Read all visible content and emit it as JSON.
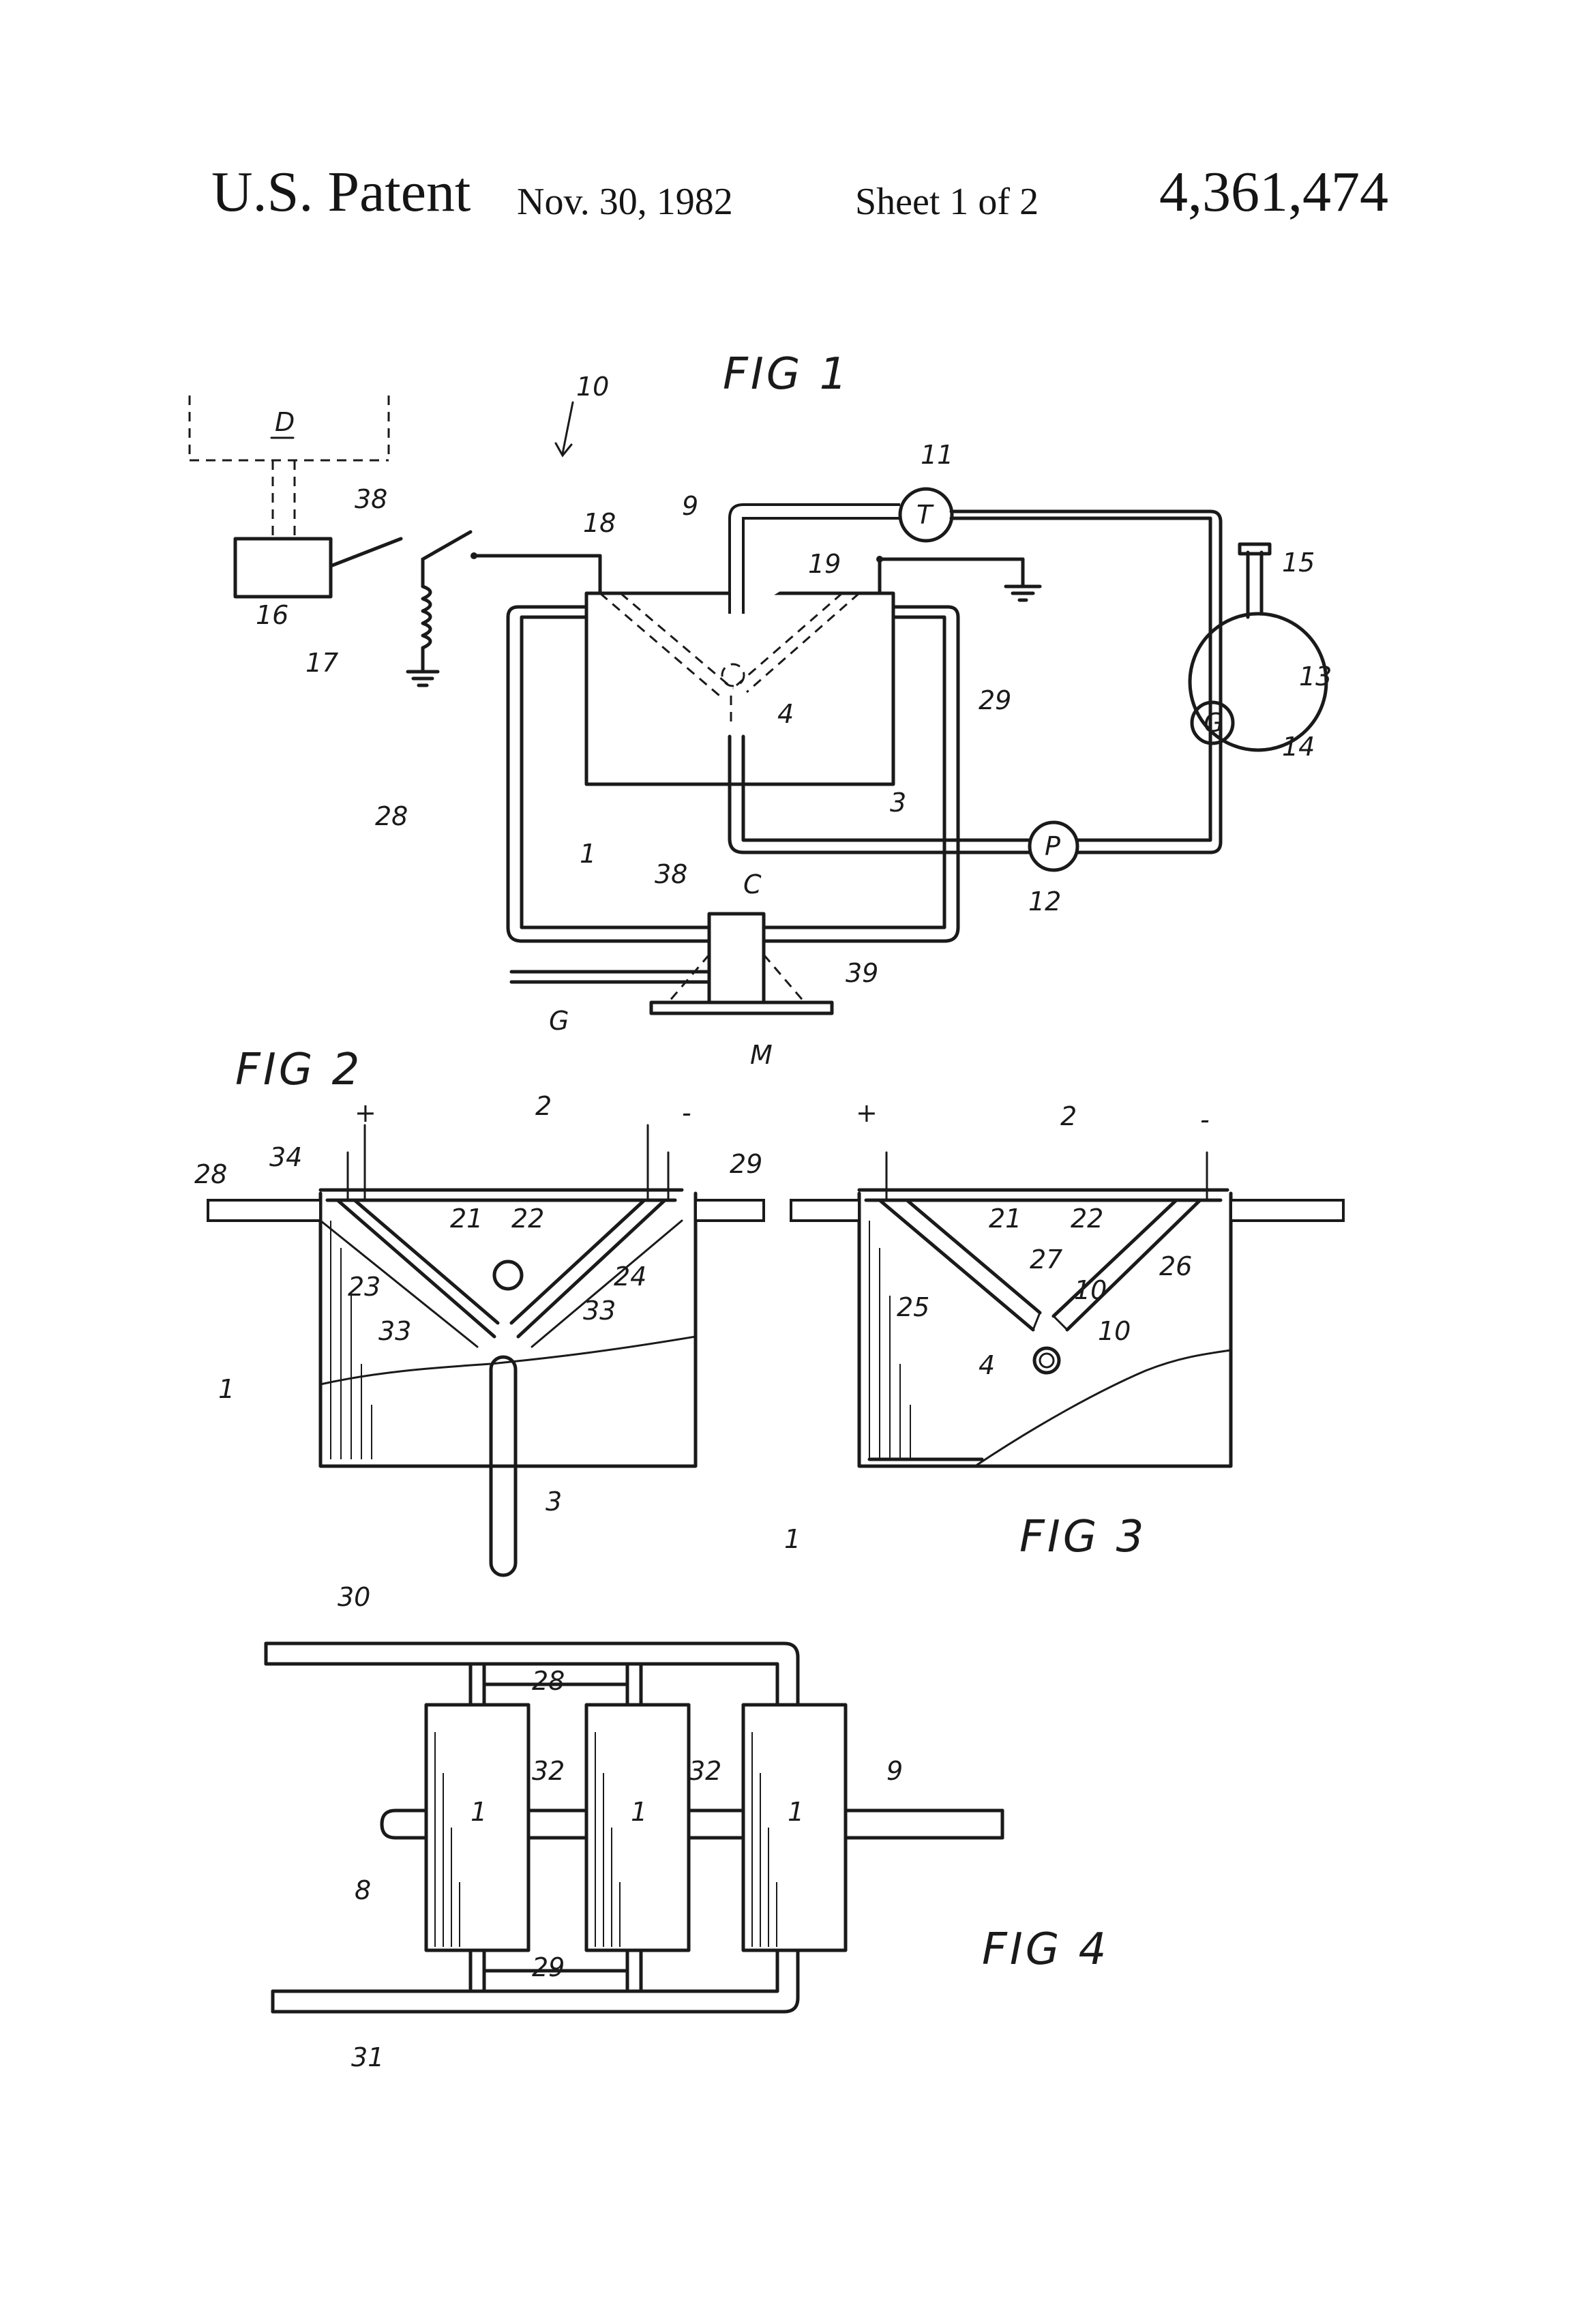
{
  "header": {
    "patent": "U.S. Patent",
    "date": "Nov. 30, 1982",
    "sheet": "Sheet 1 of 2",
    "number": "4,361,474"
  },
  "figures": {
    "fig1": {
      "caption": "FIG 1",
      "labels": {
        "r10": "10",
        "d": "D",
        "r38a": "38",
        "r16": "16",
        "r17": "17",
        "r18": "18",
        "r9": "9",
        "r11": "11",
        "t": "T",
        "r19": "19",
        "r15": "15",
        "r13": "13",
        "g14": "G",
        "r14": "14",
        "r4": "4",
        "r29": "29",
        "r28": "28",
        "r1": "1",
        "r3": "3",
        "p": "P",
        "r12": "12",
        "r38b": "38",
        "c": "C",
        "r39": "39",
        "g": "G",
        "m": "M"
      }
    },
    "fig2": {
      "caption": "FIG 2",
      "labels": {
        "plus": "+",
        "minus": "-",
        "r2": "2",
        "r28": "28",
        "r34": "34",
        "r29": "29",
        "r21": "21",
        "r22": "22",
        "r23": "23",
        "r24": "24",
        "r33a": "33",
        "r33b": "33",
        "r1": "1",
        "r3": "3"
      }
    },
    "fig3": {
      "caption": "FIG 3",
      "labels": {
        "plus": "+",
        "minus": "-",
        "r2": "2",
        "r21": "21",
        "r22": "22",
        "r27": "27",
        "r26": "26",
        "r25": "25",
        "r10a": "10",
        "r10b": "10",
        "r4": "4",
        "r1": "1"
      }
    },
    "fig4": {
      "caption": "FIG 4",
      "labels": {
        "r30": "30",
        "r28": "28",
        "r32a": "32",
        "r32b": "32",
        "r9": "9",
        "cell1": "1",
        "cell2": "1",
        "cell3": "1",
        "r8": "8",
        "r29": "29",
        "r31": "31"
      }
    }
  }
}
